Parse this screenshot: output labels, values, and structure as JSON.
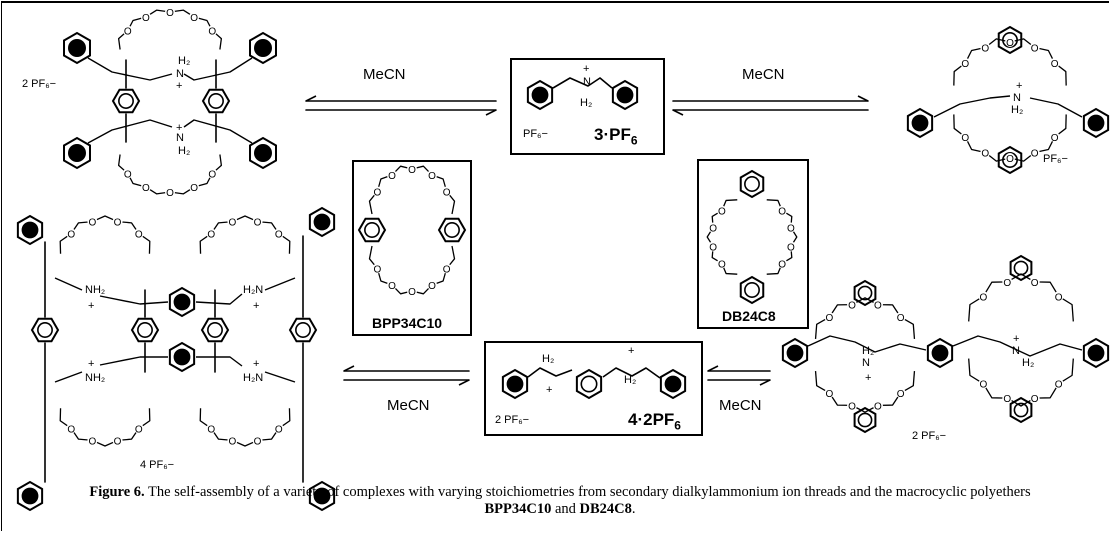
{
  "figure": {
    "label": "Figure 6.",
    "caption_part1": "The self-assembly of a variety of complexes with varying stoichiometries from secondary dialkylammonium ion threads and the macrocyclic polyethers ",
    "caption_bold1": "BPP34C10",
    "caption_and": " and ",
    "caption_bold2": "DB24C8",
    "caption_end": "."
  },
  "arrows": {
    "top_left": "MeCN",
    "top_right": "MeCN",
    "bottom_left": "MeCN",
    "bottom_right": "MeCN"
  },
  "compounds": {
    "thread3": {
      "id": "3·PF",
      "sub": "6",
      "counterion": "PF₆−",
      "nh": "H₂",
      "plus": "+"
    },
    "thread4": {
      "id": "4·2PF",
      "sub": "6",
      "counterion": "2 PF₆−",
      "nh_a": "H₂",
      "nh_b": "H₂"
    },
    "macro1": {
      "name": "BPP34C10"
    },
    "macro2": {
      "name": "DB24C8"
    }
  },
  "complexes": {
    "top_left_counterion": "2 PF₆−",
    "top_left_nh_top": "H₂",
    "top_left_nh_bottom": "H₂",
    "top_right_counterion": "PF₆−",
    "top_right_nh": "H₂",
    "bottom_left_counterion": "4 PF₆−",
    "bottom_left_nh": "NH₂",
    "bottom_left_hn": "H₂N",
    "bottom_right_counterion": "2 PF₆−",
    "bottom_right_nh": "H₂"
  },
  "atoms": {
    "o": "O",
    "n": "N",
    "plus": "+"
  }
}
